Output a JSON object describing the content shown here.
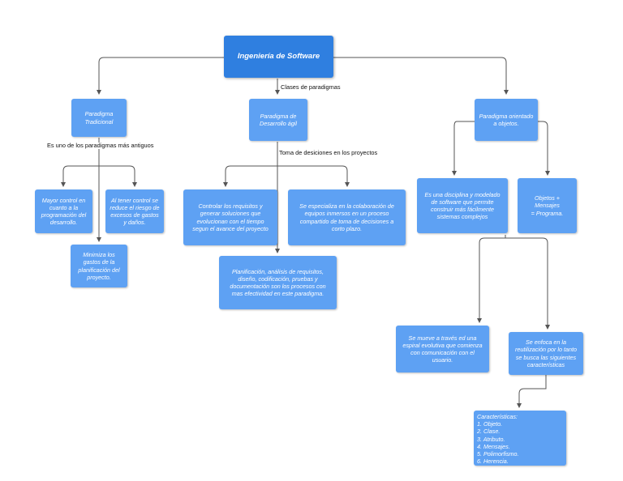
{
  "colors": {
    "root_fill": "#2f7fe0",
    "node_fill": "#5ea1f3",
    "node_text": "#ffffff",
    "connector": "#555555",
    "label_text": "#111111"
  },
  "nodes": {
    "root": "Ingeniería de Software",
    "traditional": "Paradigma\nTradicional",
    "agile": "Paradigma de\nDesarrollo ágil",
    "oo": "Paradigma orientado\na objetos.",
    "trad_control": "Mayor control en\ncuanto a la\nprogramación del\ndesarrollo.",
    "trad_risk": "Al tener control se\nreduce el riesgo de\nexcesos de gastos\ny daños.",
    "trad_costs": "Minimiza los\ngastos de la\nplanificación del\nproyecto.",
    "agile_control": "Controlar los requisitos y\ngenerar soluciones que\nevolucionan con el tiempo\nsegun el avance del proyecto",
    "agile_collab": "Se especializa en la colaboración de\nequipos inmersos en un proceso\ncompartido de toma de decisiones a\ncorto plazo.",
    "agile_process": "Planificación, análisis de requisitos,\ndiseño, codificación, pruebas y\ndocumentación son los procesos con\nmas efectividad en este paradigma.",
    "oo_discipline": "Es una disciplina y modelado\nde software que permite\nconstruir más fácilmente\nsistemas complejos",
    "oo_formula": "Objetos + Mensajes\n= Programa.",
    "oo_spiral": "Se mueve a través ed una\nespiral evolutiva que comienza\ncon comunicación con el\nusuario.",
    "oo_reuse": "Se enfoca en la\nreutilización por lo tanto\nse busca las siguientes\ncaracterísticas",
    "oo_features": "Características:\n1. Objeto.\n2. Clase.\n3. Atributo.\n4. Mensajes.\n5. Polimorfismo.\n6. Herencia."
  },
  "labels": {
    "paradigm_classes": "Clases de paradigmas",
    "oldest": "Es uno de los paradigmas más antiguos",
    "decisions": "Toma de desiciones en los proyectos"
  }
}
